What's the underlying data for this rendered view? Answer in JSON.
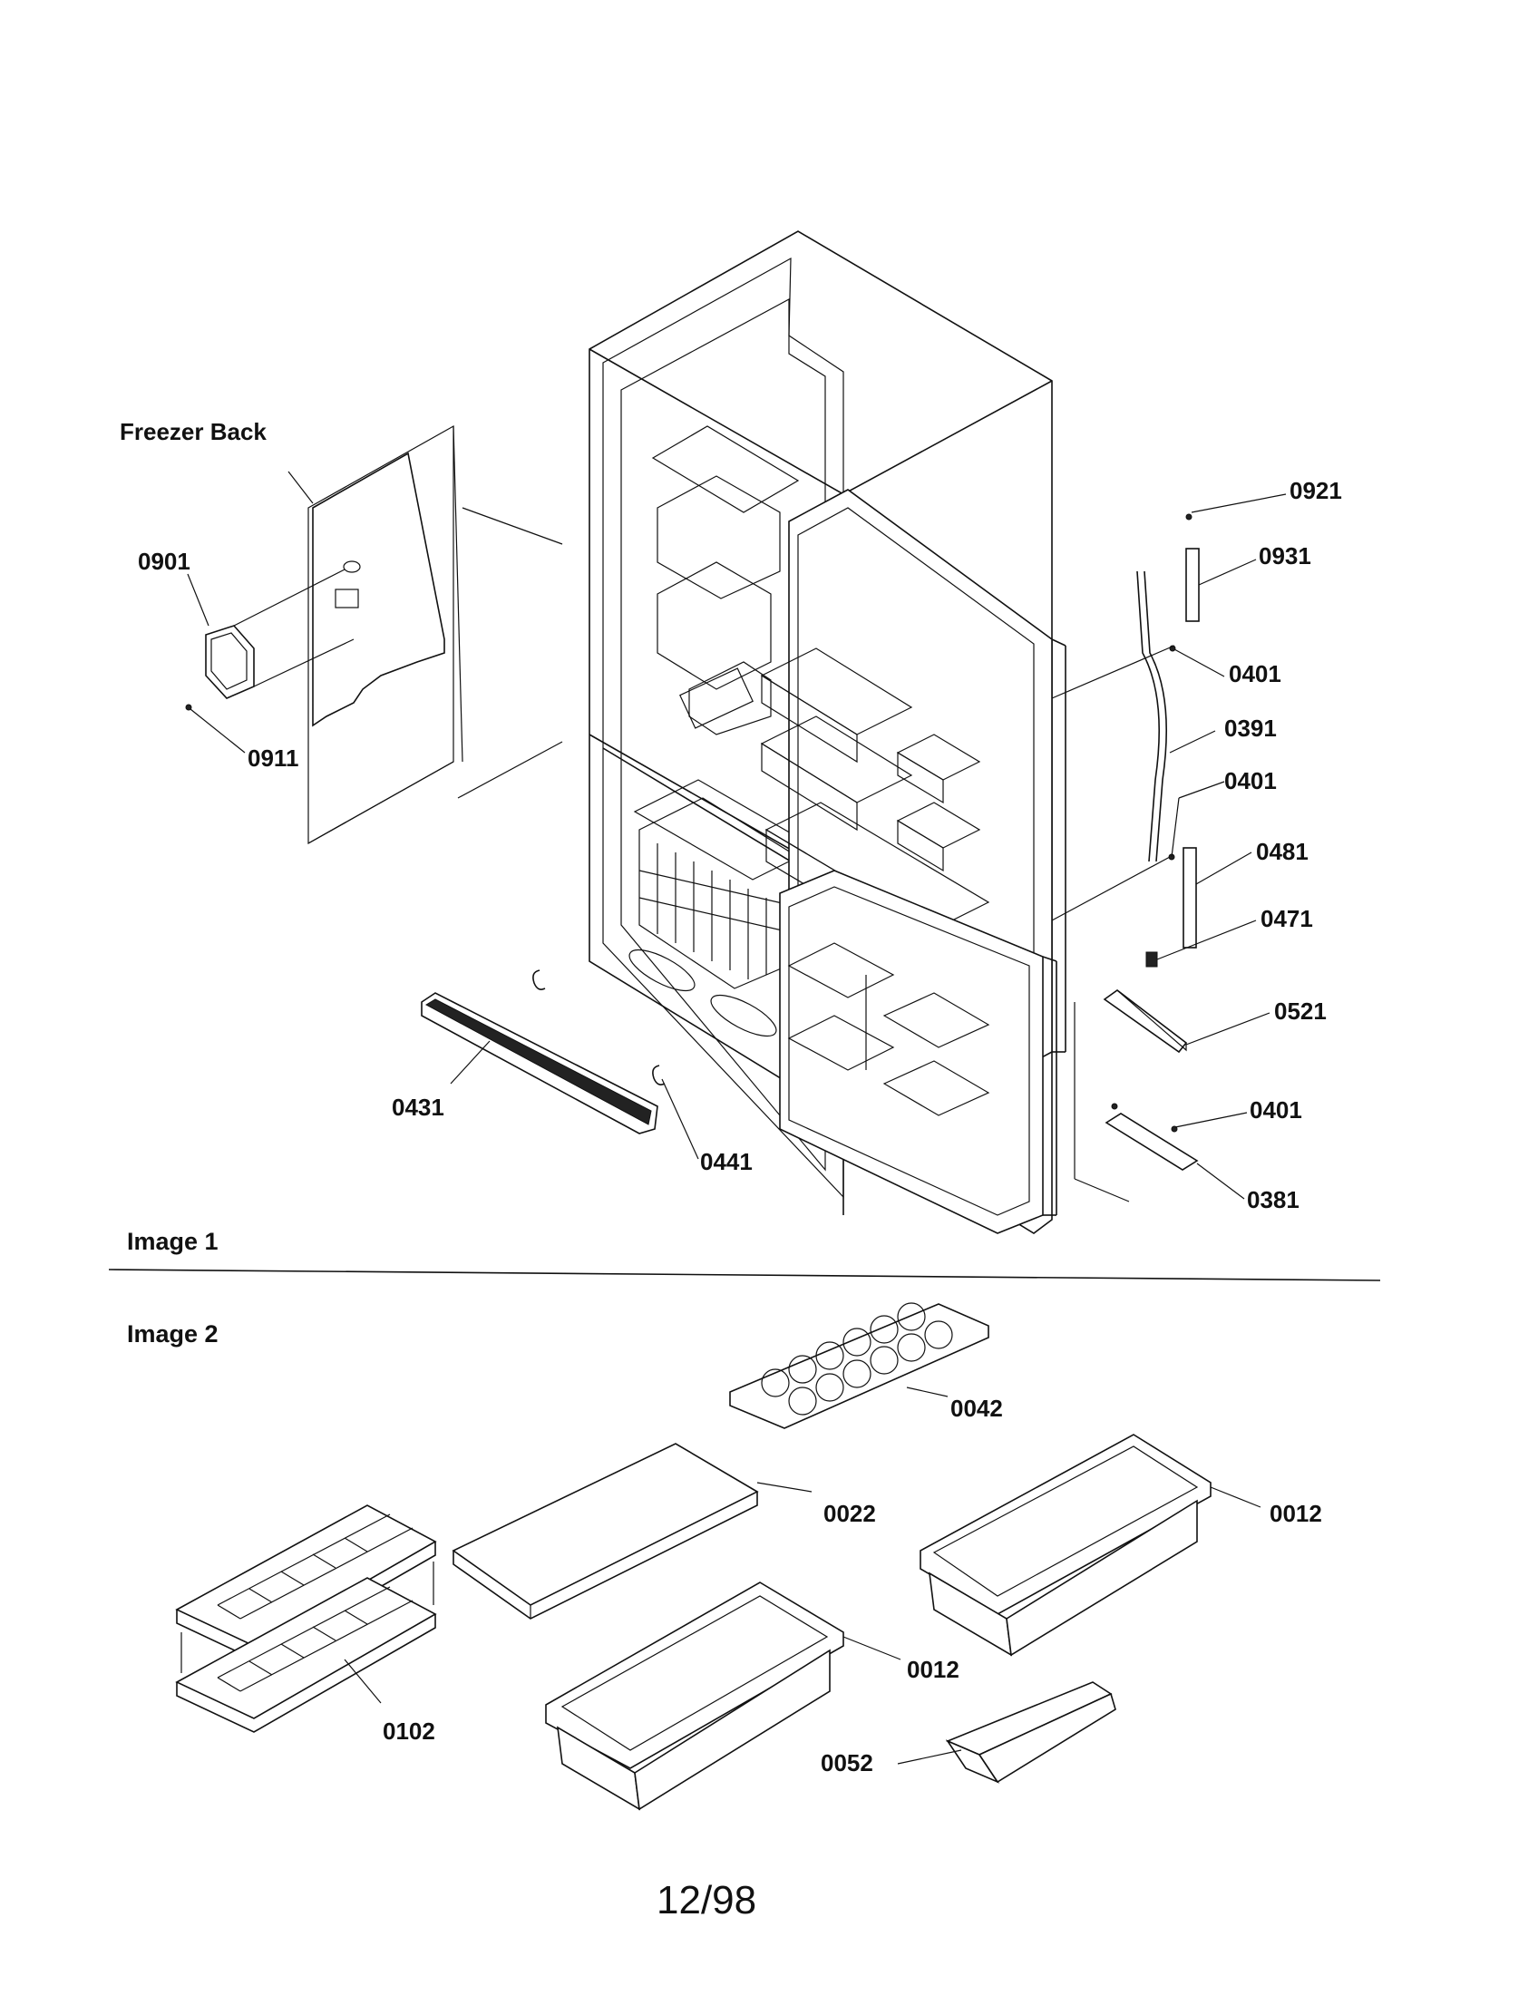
{
  "freezer_back_label": "Freezer Back",
  "image1_label": "Image 1",
  "image2_label": "Image 2",
  "page_footer": "12/98",
  "callouts": {
    "c0901": "0901",
    "c0911": "0911",
    "c0921": "0921",
    "c0931": "0931",
    "c0401a": "0401",
    "c0391": "0391",
    "c0401b": "0401",
    "c0481": "0481",
    "c0471": "0471",
    "c0521": "0521",
    "c0401c": "0401",
    "c0381": "0381",
    "c0431": "0431",
    "c0441": "0441",
    "c0042": "0042",
    "c0022": "0022",
    "c0012a": "0012",
    "c0012b": "0012",
    "c0102": "0102",
    "c0052": "0052"
  }
}
